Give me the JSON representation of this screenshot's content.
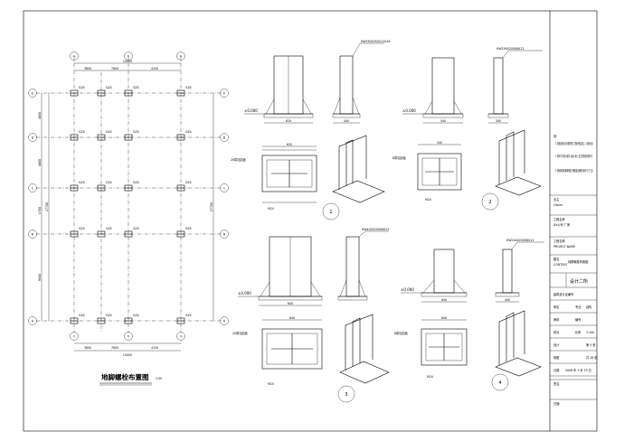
{
  "plan": {
    "title": "地脚螺栓布置图",
    "scale": "1:50",
    "col_axes": [
      "①",
      "②",
      "③"
    ],
    "row_axes": [
      "E",
      "D",
      "C",
      "B",
      "A"
    ],
    "top_total": "10000",
    "top_dims": [
      "3650",
      "7800",
      "4100"
    ],
    "bottom_dims": [
      "3650",
      "7800",
      "4150"
    ],
    "bottom_total": "10000",
    "left_dims": [
      "4600",
      "4600",
      "4700",
      "9800"
    ],
    "left_total": "27700",
    "right_total": "27700",
    "column_tag": "GZ4"
  },
  "details": {
    "elev1": "±0.000",
    "elev2": "±0.000",
    "elev3": "±0.000",
    "elev4": "±0.000",
    "label_ref1": "HW350X350X12X16",
    "label_ref2": "HW294X200X8X12",
    "label_ref3": "HW400X200X8X13",
    "label_ref4": "HW244X200X6X12",
    "base_w1": "620",
    "base_w2": "540",
    "base_w3": "640",
    "base_w4": "640",
    "side_w1": "400",
    "side_w2": "300",
    "side_w4": "400",
    "stiff_label": "20厚加劲板",
    "stiff_label2": "8厚加劲板",
    "bolt": "M24",
    "nums": [
      "1",
      "2",
      "3",
      "4"
    ]
  },
  "notes": {
    "header": "说:",
    "items": [
      "1. 图纸标准化设计要求规范, 须经审查后施工, 以标准为准.",
      "2. 所有尺寸单位为毫米, 标高以米计, 施工前须核对现场尺寸.",
      "3. 螺栓采用双螺母紧固, 螺栓露出螺母长度不小于三丝."
    ]
  },
  "titleblock": {
    "owner_label": "业主",
    "owner_value": "Owner",
    "project_label": "工程名称",
    "project_value": "XX公司 厂房",
    "sub_label": "工程名称",
    "sub_value": "PROJECT NAME",
    "drawing_label": "图名",
    "drawing_value": "CONTENT",
    "drawing_name": "地脚螺栓布置图",
    "institute": "设计二所",
    "rows": [
      [
        "建筑设计证编号",
        ""
      ],
      [
        "审定",
        "",
        "专业",
        "结构"
      ],
      [
        "审核",
        "",
        "编号",
        ""
      ],
      [
        "校对",
        "",
        "比例",
        "1:100"
      ],
      [
        "设计",
        "",
        "",
        "第 5 张"
      ],
      [
        "制图",
        "",
        "",
        "共 18 张"
      ],
      [
        "日期",
        "2008 年 3 月 23 日"
      ]
    ],
    "bottom_label": "签名:",
    "bottom_label2": "日期:"
  }
}
